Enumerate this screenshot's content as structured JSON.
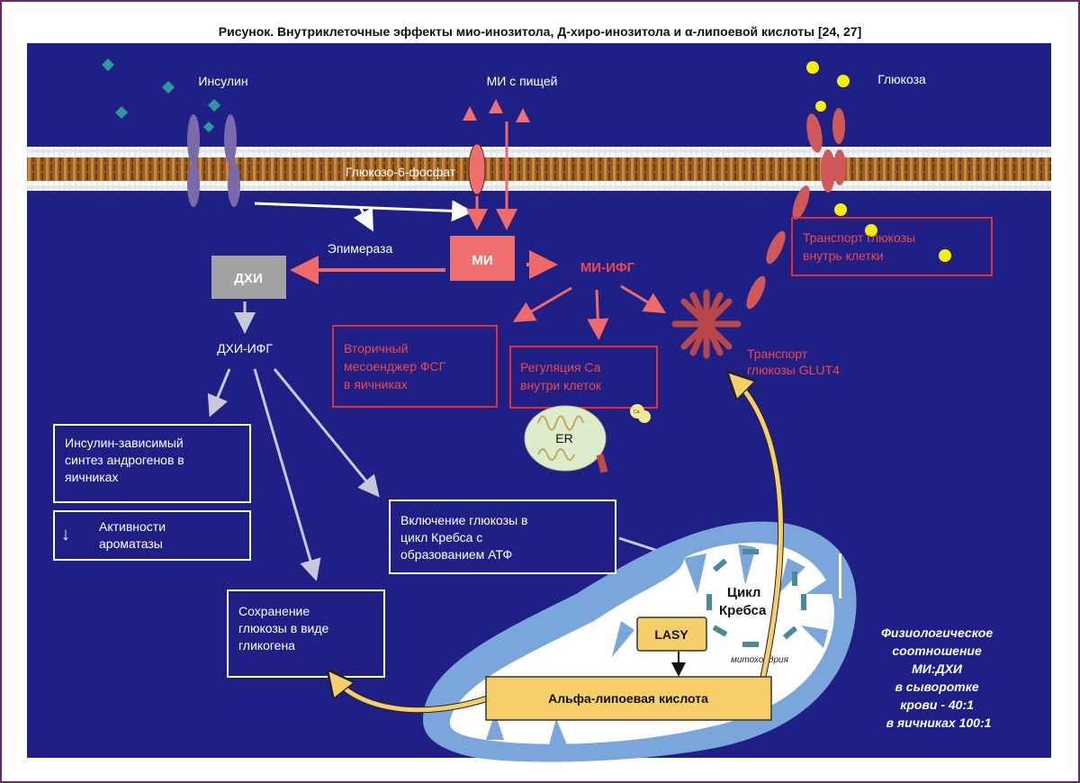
{
  "title": "Рисунок. Внутриклеточные эффекты мио-инозитола, Д-хиро-инозитола и α-липоевой кислоты [24, 27]",
  "labels": {
    "insulin": "Инсулин",
    "mi_food": "МИ с пищей",
    "glucose": "Глюкоза",
    "g6p": "Глюкозо-6-фосфат",
    "epimerase": "Эпимераза",
    "mi": "МИ",
    "dci": "ДХИ",
    "mi_ipg": "МИ-ИФГ",
    "dci_ipg": "ДХИ-ИФГ",
    "glut4": [
      "Транспорт",
      "глюкозы GLUT4"
    ],
    "er": "ER",
    "ca": "Ca",
    "krebs": [
      "Цикл",
      "Кребса"
    ],
    "lasy": "LASY",
    "mitochondria": "митохондрия",
    "ala": "Альфа-липоевая кислота"
  },
  "red_boxes": [
    {
      "lines": [
        "Вторичный",
        "месоенджер ФСГ",
        "в яичниках"
      ]
    },
    {
      "lines": [
        "Регуляция Са",
        "внутри клеток"
      ]
    },
    {
      "lines": [
        "Транспорт глюкозы",
        "внутрь клетки"
      ]
    }
  ],
  "white_boxes": [
    {
      "lines": [
        "Инсулин-зависимый",
        "синтез андрогенов в",
        "яичниках"
      ]
    },
    {
      "lines": [
        "Активности",
        "ароматазы"
      ],
      "icon": "down-arrow-icon",
      "icon_glyph": "↓"
    },
    {
      "lines": [
        "Включение глюкозы в",
        "цикл Кребса с",
        "образованием АТФ"
      ]
    },
    {
      "lines": [
        "Сохранение",
        "глюкозы в виде",
        "гликогена"
      ]
    }
  ],
  "ratio_note": [
    "Физиологическое",
    "соотношение",
    "МИ:ДХИ",
    "в сыворотке",
    "крови - 40:1",
    "в яичниках 100:1"
  ],
  "colors": {
    "background": "#1f1f85",
    "red": "#f06060",
    "box_red_border": "#e03030",
    "dci_gray": "#a3a3a3",
    "yellow": "#f7cf6a",
    "glucose_dot": "#f4f000",
    "mito_outer": "#7aa6dc"
  }
}
